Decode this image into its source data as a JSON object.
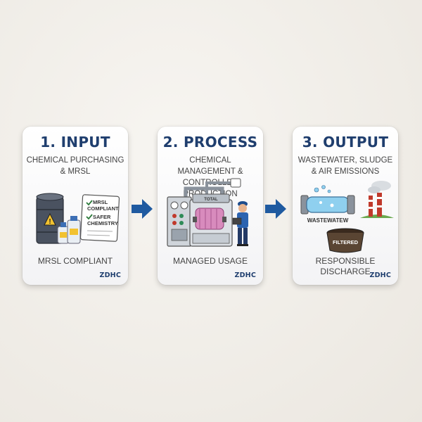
{
  "steps": [
    {
      "title": "1. INPUT",
      "subtitle_lines": [
        "CHEMICAL PURCHASING",
        "& MRSL"
      ],
      "checklist": [
        "MRSL",
        "COMPLIANT",
        "SAFER",
        "CHEMISTRY"
      ],
      "caption_lines": [
        "MRSL COMPLIANT"
      ],
      "logo": "ZDHC"
    },
    {
      "title": "2. PROCESS",
      "subtitle_lines": [
        "CHEMICAL MANAGEMENT &",
        "CONTROLLED PRODUCTION"
      ],
      "machine_label": "TOTAL",
      "caption_lines": [
        "MANAGED USAGE"
      ],
      "logo": "ZDHC"
    },
    {
      "title": "3. OUTPUT",
      "subtitle_lines": [
        "WASTEWATER, SLUDGE",
        "& AIR EMISSIONS"
      ],
      "wastewater_label": "WASTEWATEW",
      "tank_label": "FILTERED",
      "caption_lines": [
        "RESPONSIBLE",
        "DISCHARGE"
      ],
      "logo": "ZDHC"
    }
  ],
  "colors": {
    "title": "#1f3e6e",
    "arrow": "#1f5aa0",
    "caution": "#f2c230",
    "machine_roll": "#d88bbd"
  },
  "icons": [
    "barrel-icon",
    "checklist-icon",
    "machine-icon",
    "worker-icon",
    "pipe-icon",
    "factory-icon",
    "tank-icon",
    "arrow-right-icon"
  ]
}
